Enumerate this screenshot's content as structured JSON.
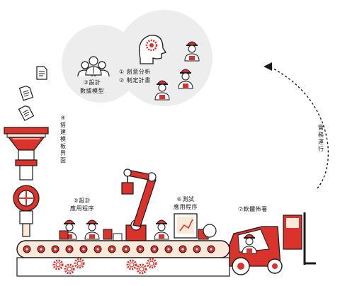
{
  "colors": {
    "accent": "#d9332b",
    "ink": "#1a1a1a",
    "bubble": "#ededee",
    "cream": "#fce9d9"
  },
  "steps": {
    "step1": "① 創意分析",
    "step2": "② 制定計畫",
    "step3_line1": "③設計",
    "step3_line2": "數據模型",
    "step4": "④搭建模板界面",
    "step5_line1": "⑤設計",
    "step5_line2": "應用程序",
    "step6_line1": "⑥測試",
    "step6_line2": "應用程序",
    "step7": "⑦軟體佈署",
    "operation": "實務運行"
  },
  "icons": [
    "document-icon",
    "brain-icon",
    "worker-icon",
    "team-icon",
    "robot-arm-icon",
    "gear-icon",
    "forklift-icon",
    "hopper-icon",
    "conveyor-icon"
  ]
}
